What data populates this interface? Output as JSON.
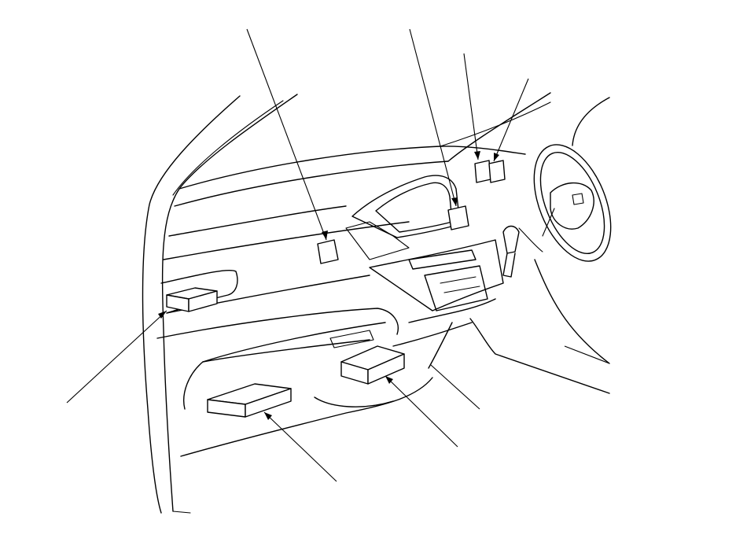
{
  "diagram": {
    "background": "#ffffff",
    "line_color": "#000000",
    "subject": "vehicle-interior-dashboard-component-locations",
    "callouts": [
      {
        "id": "callout-top-left-dash-unit"
      },
      {
        "id": "callout-center-dash-unit"
      },
      {
        "id": "callout-right-dash-unit-a"
      },
      {
        "id": "callout-right-dash-unit-b"
      },
      {
        "id": "callout-left-kick-panel-unit"
      },
      {
        "id": "callout-lower-left-glovebox-unit"
      },
      {
        "id": "callout-lower-center-unit"
      },
      {
        "id": "callout-console-lower"
      },
      {
        "id": "callout-steering-column"
      }
    ]
  }
}
